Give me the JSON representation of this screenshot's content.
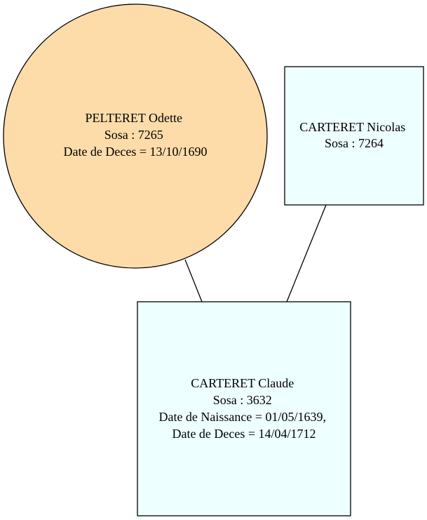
{
  "colors": {
    "female_fill": "#fddcaa",
    "male_fill": "#eeffff",
    "stroke": "#000000",
    "edge": "#000000"
  },
  "nodes": {
    "odette": {
      "shape": "circle",
      "name": "PELTERET Odette",
      "sosa": "Sosa : 7265",
      "deces": "Date de Deces = 13/10/1690"
    },
    "nicolas": {
      "shape": "box",
      "name": "CARTERET Nicolas",
      "sosa": "Sosa : 7264"
    },
    "claude": {
      "shape": "box",
      "name": "CARTERET Claude",
      "sosa": "Sosa : 3632",
      "naissance": "Date de Naissance = 01/05/1639,",
      "deces": "Date de Deces = 14/04/1712"
    }
  },
  "edges": [
    {
      "from": "odette",
      "to": "claude"
    },
    {
      "from": "nicolas",
      "to": "claude"
    }
  ]
}
